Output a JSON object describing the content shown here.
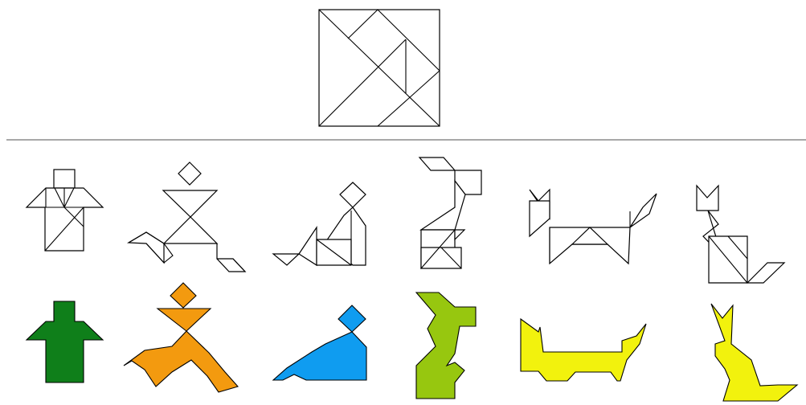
{
  "colors": {
    "background": "#ffffff",
    "line": "#000000",
    "divider": "#8c8c8c",
    "house": "#0f7f1a",
    "runner": "#f39a0f",
    "seated_person": "#0f9cf0",
    "rabbit": "#97c70f",
    "dog": "#f2f20d",
    "cat": "#f2f20d"
  },
  "figures": [
    {
      "id": "house",
      "color_key": "house"
    },
    {
      "id": "runner",
      "color_key": "runner"
    },
    {
      "id": "seated-person",
      "color_key": "seated_person"
    },
    {
      "id": "rabbit",
      "color_key": "rabbit"
    },
    {
      "id": "dog",
      "color_key": "dog"
    },
    {
      "id": "cat",
      "color_key": "cat"
    }
  ]
}
